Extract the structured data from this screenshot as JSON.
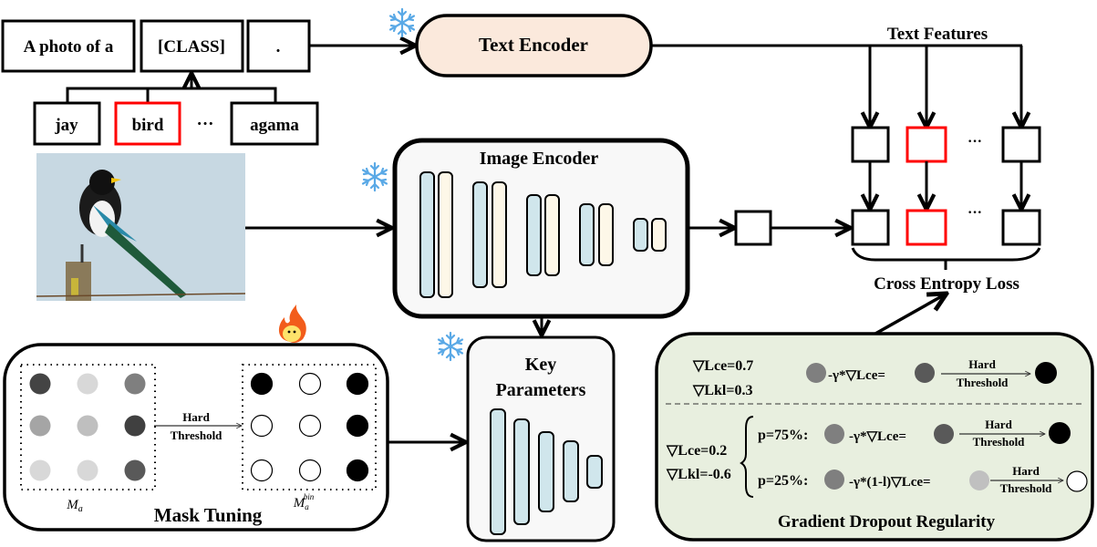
{
  "prompt": {
    "tokens": [
      "A photo of a",
      "[CLASS]",
      "."
    ],
    "class_candidates": [
      "jay",
      "bird",
      "agama"
    ],
    "ellipsis": "···",
    "selected_class": "bird"
  },
  "text_encoder": {
    "label": "Text Encoder",
    "state": "frozen"
  },
  "text_features": {
    "label": "Text Features"
  },
  "image_encoder": {
    "label": "Image Encoder",
    "state": "frozen"
  },
  "input_image": {
    "description": "magpie bird on wooden post"
  },
  "cross_entropy": {
    "label": "Cross Entropy Loss",
    "ellipsis": "···"
  },
  "key_parameters": {
    "label_line1": "Key",
    "label_line2": "Parameters",
    "state": "frozen"
  },
  "mask_tuning": {
    "label": "Mask Tuning",
    "state": "trainable",
    "arrow_label_1": "Hard",
    "arrow_label_2": "Threshold",
    "matrix_label": "M",
    "matrix_sub": "a",
    "bin_matrix_label": "M",
    "bin_matrix_sub": "a",
    "bin_matrix_sup": "bin",
    "ma_values": [
      [
        "#444444",
        "#d8d8d8",
        "#7f7f7f"
      ],
      [
        "#a5a5a5",
        "#bfbfbf",
        "#404040"
      ],
      [
        "#d8d8d8",
        "#d8d8d8",
        "#595959"
      ]
    ],
    "bin_values": [
      [
        1,
        0,
        1
      ],
      [
        0,
        0,
        1
      ],
      [
        0,
        0,
        1
      ]
    ]
  },
  "gdr": {
    "label": "Gradient Dropout Regularity",
    "case1": {
      "lce": "▽Lce=0.7",
      "lkl": "▽Lkl=0.3",
      "formula": "-γ*▽Lce=",
      "hard": "Hard",
      "threshold": "Threshold"
    },
    "case2": {
      "lce": "▽Lce=0.2",
      "lkl": "▽Lkl=-0.6",
      "p1": "p=75%:",
      "formula1": "-γ*▽Lce=",
      "p2": "p=25%:",
      "formula2": "-γ*(1-l)▽Lce=",
      "hard": "Hard",
      "threshold": "Threshold"
    }
  },
  "colors": {
    "text_encoder_fill": "#fbe9dc",
    "encoder_box_fill": "#f8f8f8",
    "layer_blue": "#d0e6ec",
    "layer_cream": "#fdf7e8",
    "gdr_fill": "#e8efdf",
    "highlight_red": "#ff0000",
    "snowflake": "#5aa9e6"
  }
}
